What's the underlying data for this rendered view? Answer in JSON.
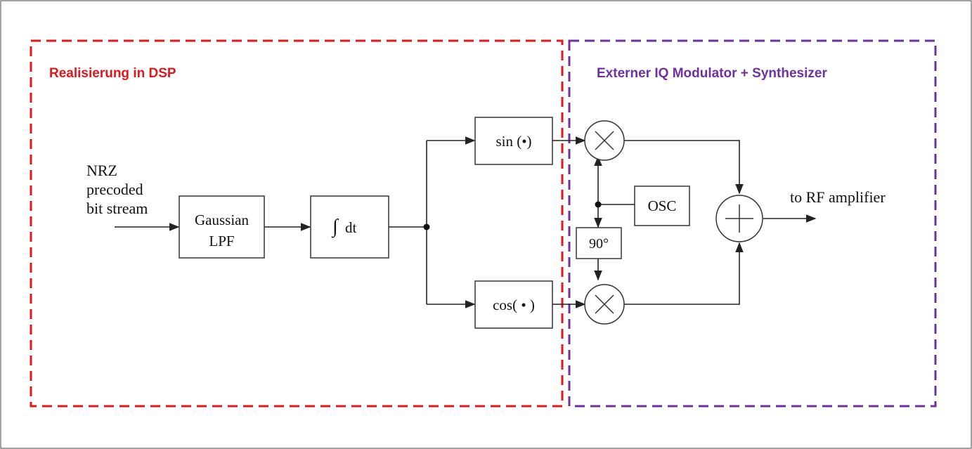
{
  "colors": {
    "dsp_region": "#e3161b",
    "modulator_region": "#7030a0",
    "line": "#222222",
    "text": "#111111"
  },
  "regions": {
    "dsp_label": "Realisierung in DSP",
    "modulator_label": "Externer IQ Modulator + Synthesizer"
  },
  "input": {
    "line1": "NRZ",
    "line2": "precoded",
    "line3": "bit stream"
  },
  "blocks": {
    "gaussian_line1": "Gaussian",
    "gaussian_line2": "LPF",
    "integrator_symbol": "∫",
    "integrator_text": "dt",
    "sin_label": "sin (•)",
    "cos_label": "cos( • )",
    "osc_label": "OSC",
    "phase_shift_label": "90°"
  },
  "output": {
    "label": "to RF amplifier"
  },
  "icons": {
    "mixer": "multiply-circle-icon",
    "adder": "plus-circle-icon"
  }
}
